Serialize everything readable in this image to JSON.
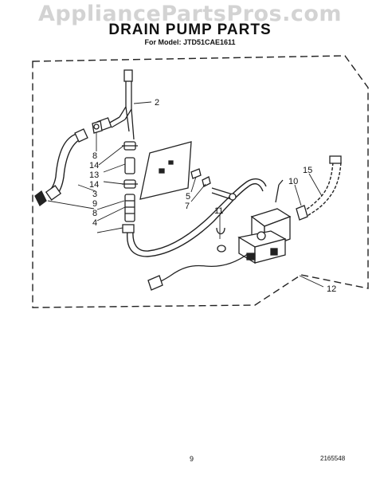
{
  "watermark": "AppliancePartsPros.com",
  "header": {
    "title": "DRAIN PUMP PARTS",
    "subtitle": "For Model: JTD51CAE1611"
  },
  "callouts": {
    "c2": "2",
    "c8a": "8",
    "c14a": "14",
    "c13": "13",
    "c14b": "14",
    "c3": "3",
    "c9": "9",
    "c8b": "8",
    "c4": "4",
    "c5": "5",
    "c7": "7",
    "c11": "11",
    "c15": "15",
    "c10": "10",
    "c12": "12"
  },
  "footer": {
    "page_number": "9",
    "doc_number": "2165548"
  }
}
